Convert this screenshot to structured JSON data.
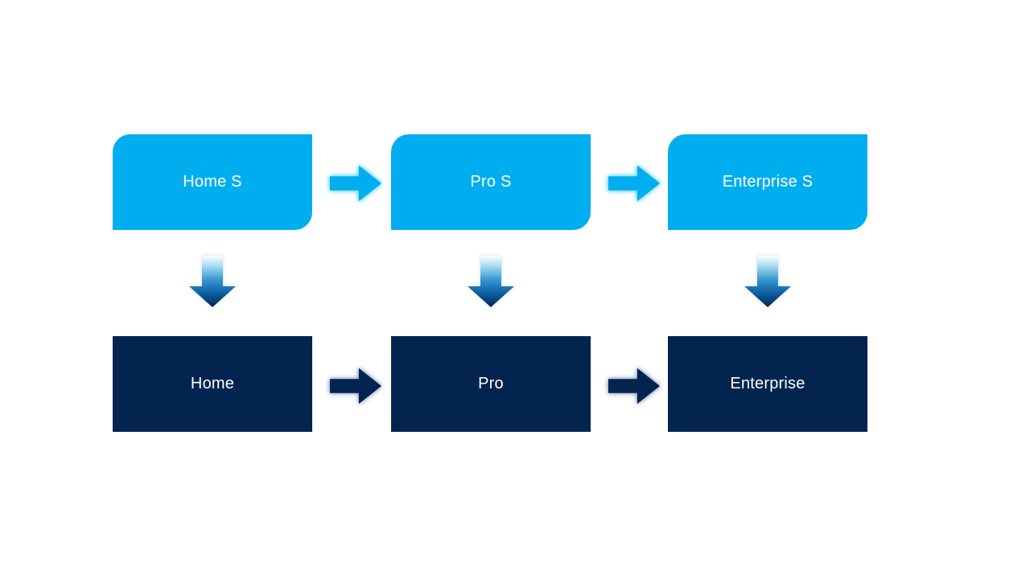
{
  "diagram": {
    "title": "edition-upgrade-flow",
    "background_color": "#FFFFFF",
    "colors": {
      "top_box_fill": "#00AEEF",
      "bottom_box_fill": "#042450",
      "label_text": "#FFFFFF",
      "top_arrow_fill": "#00AEEF",
      "top_arrow_glow": "#7FDCFF",
      "bottom_arrow_fill": "#042450",
      "bottom_arrow_glow": "#AEBBD3",
      "down_arrow_gradient_top": "#FDFEFF",
      "down_arrow_gradient_mid": "#3D9AD2",
      "down_arrow_gradient_bottom": "#052450"
    },
    "columns": [
      {
        "top_label": "Home S",
        "bottom_label": "Home"
      },
      {
        "top_label": "Pro S",
        "bottom_label": "Pro"
      },
      {
        "top_label": "Enterprise S",
        "bottom_label": "Enterprise"
      }
    ],
    "arrows": {
      "horizontal_top_count": 2,
      "horizontal_bottom_count": 2,
      "vertical_count": 3
    }
  }
}
